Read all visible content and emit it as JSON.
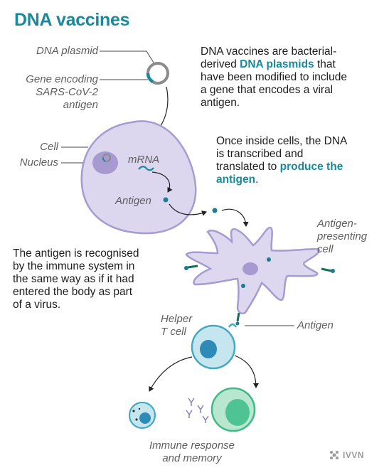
{
  "title": "DNA vaccines",
  "labels": {
    "dna_plasmid": "DNA plasmid",
    "gene_line1": "Gene encoding",
    "gene_line2": "SARS-CoV-2",
    "gene_line3": "antigen",
    "cell": "Cell",
    "nucleus": "Nucleus",
    "mrna": "mRNA",
    "antigen_cell": "Antigen",
    "apc_line1": "Antigen-",
    "apc_line2": "presenting",
    "apc_line3": "cell",
    "helper_line1": "Helper",
    "helper_line2": "T cell",
    "antigen_apc": "Antigen",
    "immune_line1": "Immune response",
    "immune_line2": "and memory"
  },
  "text_blocks": {
    "intro_line1": "DNA vaccines are bacterial-",
    "intro_line2_pre": "derived ",
    "intro_line2_hl": "DNA plasmids",
    "intro_line2_post": " that",
    "intro_line3": "have been modified to include",
    "intro_line4": "a gene that encodes a viral",
    "intro_line5": "antigen.",
    "inside_line1": "Once inside cells, the DNA",
    "inside_line2": "is transcribed and",
    "inside_line3_pre": "translated to ",
    "inside_line3_hl": "produce the",
    "inside_line4_hl": "antigen",
    "inside_line4_post": ".",
    "immune_line1": "The antigen is recognised",
    "immune_line2": "by the immune system in",
    "immune_line3": "the same way as if it had",
    "immune_line4": "entered the body as part",
    "immune_line5": "of a virus."
  },
  "logo": "IVVN",
  "colors": {
    "accent": "#1a8a9b",
    "cell_fill": "#dcd6ee",
    "cell_stroke": "#a59cd0",
    "nucleus": "#a79ad0",
    "tcell_fill": "#c6e6ef",
    "tcell_stroke": "#46a9c2",
    "memory_fill": "#b9e6ce",
    "memory_stroke": "#3fb986",
    "antigen_dot": "#1a7c95"
  }
}
